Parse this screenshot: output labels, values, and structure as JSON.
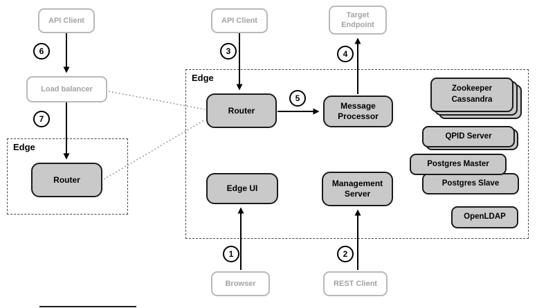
{
  "colors": {
    "node_fill": "#c9c9c9",
    "node_border": "#1a1a1a",
    "client_border": "#b8b8b8",
    "client_text": "#a3a3a3",
    "arrow": "#000000",
    "dotted_line": "#999999",
    "background": "#ffffff"
  },
  "groups": {
    "edge_small": {
      "label": "Edge"
    },
    "edge_main": {
      "label": "Edge"
    }
  },
  "nodes": {
    "api_client_left": {
      "label": "API Client"
    },
    "load_balancer": {
      "label": "Load balancer"
    },
    "router_small": {
      "label": "Router"
    },
    "api_client_top": {
      "label": "API Client"
    },
    "target_endpoint": {
      "label": "Target Endpoint"
    },
    "router_main": {
      "label": "Router"
    },
    "message_processor": {
      "label": "Message Processor"
    },
    "edge_ui": {
      "label": "Edge UI"
    },
    "management_server": {
      "label": "Management Server"
    },
    "zookeeper": {
      "label": "Zookeeper"
    },
    "cassandra": {
      "label": "Cassandra"
    },
    "qpid_server": {
      "label": "QPID Server"
    },
    "postgres_master": {
      "label": "Postgres Master"
    },
    "postgres_slave": {
      "label": "Postgres Slave"
    },
    "openldap": {
      "label": "OpenLDAP"
    },
    "browser": {
      "label": "Browser"
    },
    "rest_client": {
      "label": "REST Client"
    }
  },
  "steps": {
    "1": "1",
    "2": "2",
    "3": "3",
    "4": "4",
    "5": "5",
    "6": "6",
    "7": "7"
  }
}
